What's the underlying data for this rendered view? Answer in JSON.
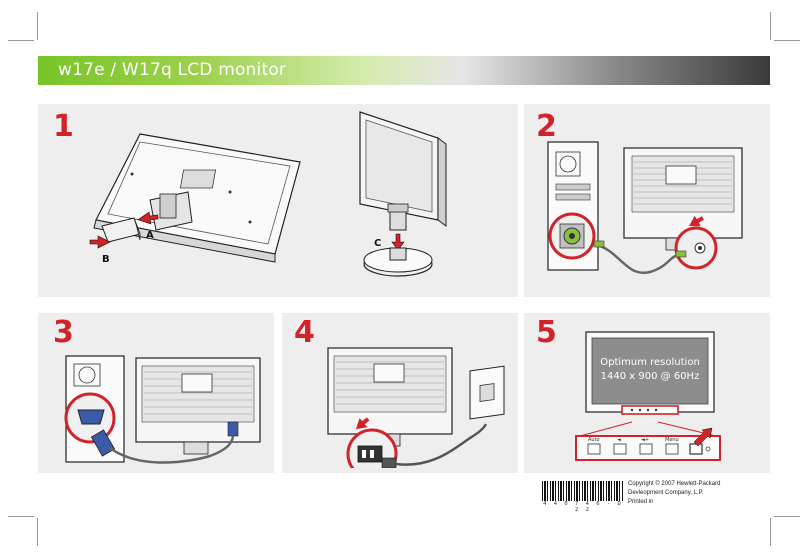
{
  "document": {
    "title": "w17e / W17q LCD monitor",
    "steps": [
      {
        "number": "1",
        "callouts": [
          "A",
          "B",
          "C"
        ]
      },
      {
        "number": "2"
      },
      {
        "number": "3"
      },
      {
        "number": "4"
      },
      {
        "number": "5",
        "osd_line1": "Optimum resolution",
        "osd_line2": "1440 x 900 @ 60Hz"
      }
    ],
    "button_labels": [
      "Auto",
      "◄",
      "◄+",
      "Menu"
    ],
    "barcode_number": "4 4 0 7 4 6 - D 2 2",
    "copyright_line1": "Copyright © 2007 Hewlett-Packard",
    "copyright_line2": "Devleopment Company, L.P.",
    "copyright_line3": "Printed in"
  },
  "colors": {
    "accent_red": "#d1232a",
    "panel_bg": "#eeeeee",
    "title_green": "#78c428",
    "cable_green": "#8cbf3f"
  }
}
